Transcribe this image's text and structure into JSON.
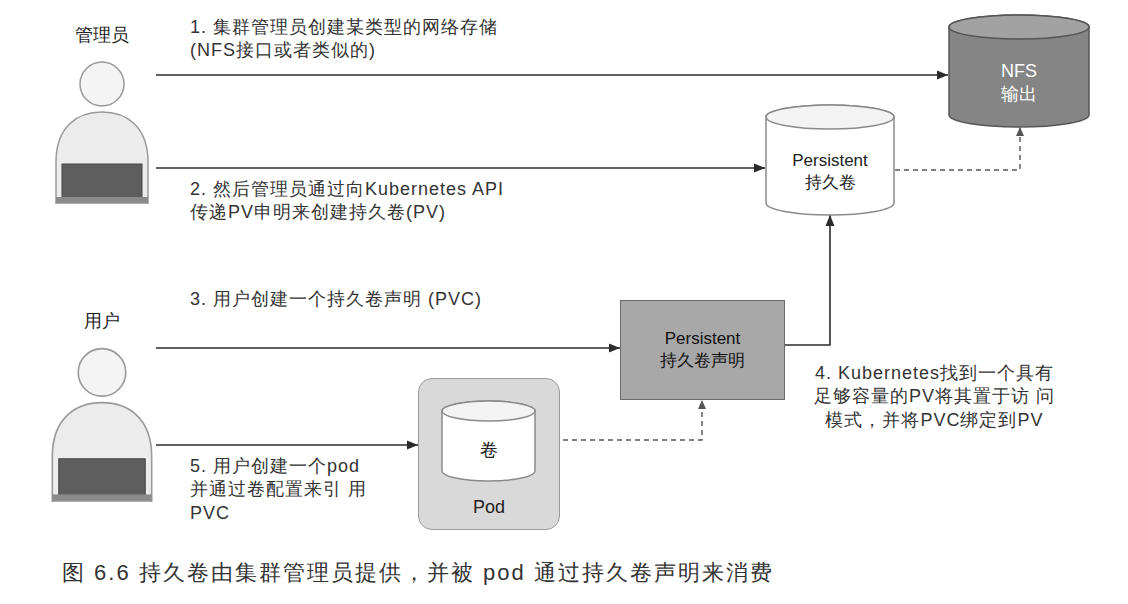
{
  "diagram": {
    "caption": "图 6.6 持久卷由集群管理员提供，并被 pod 通过持久卷声明来消费",
    "nodes": [
      {
        "text": [
          "管理员"
        ]
      },
      {
        "text": [
          "NFS 输出"
        ]
      },
      {
        "text": [
          "Persistent 持久卷"
        ]
      },
      {
        "text": [
          "用户"
        ]
      },
      {
        "text": [
          "Persistent 持久卷声明"
        ]
      },
      {
        "text": [
          "Pod"
        ]
      },
      {
        "text": [
          "卷"
        ],
        "in": 5
      }
    ],
    "edges": [
      {
        "from": 0,
        "to": 1,
        "arrow": "to",
        "label": "1. 集群管理员创建某类型的网络存储 (NFS接口或者类似的)"
      },
      {
        "from": 0,
        "to": 2,
        "arrow": "to",
        "label": "2. 然后管理员通过向Kubernetes API 传递PV申明来创建持久卷(PV)"
      },
      {
        "from": 2,
        "to": 1,
        "arrow": "to"
      },
      {
        "from": 3,
        "to": 4,
        "arrow": "to",
        "label": "3. 用户创建一个持久卷声明 (PVC)"
      },
      {
        "from": 4,
        "to": 2,
        "arrow": "to",
        "label": "4. Kubernetes找到一个具有 足够容量的PV将其置于访 问模式，并将PVC绑定到PV"
      },
      {
        "from": 3,
        "to": 5,
        "arrow": "to",
        "label": "5. 用户创建一个pod 并通过卷配置来引 用PVC"
      },
      {
        "from": 6,
        "to": 4,
        "arrow": "to"
      }
    ]
  }
}
